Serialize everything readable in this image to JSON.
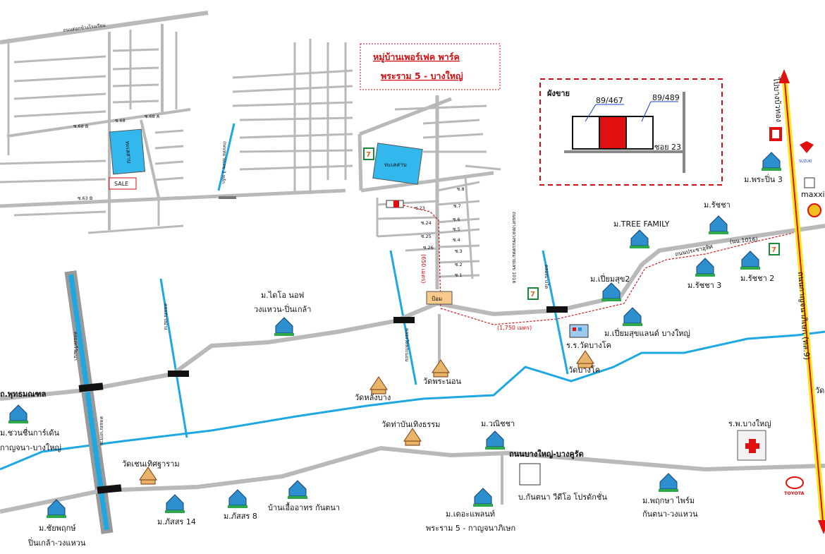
{
  "title": {
    "line1": "หมู่บ้านเพอร์เฟค พาร์ค",
    "line2": "พระราม 5 - บางใหญ่"
  },
  "plan": {
    "heading": "ผังขาย",
    "lot_a": "89/467",
    "lot_b": "89/489",
    "soi": "ซอย 23"
  },
  "roads": {
    "top": "ถนนตอกข้างโรงเรียน",
    "mid_vertical": "ถนนหมายเลข 3 หลัก",
    "road_1016": "ถนนทางหลวงชนบทหมายเลข 1016",
    "prachauthit": "ถนนประชาอุทิศ",
    "no_1016": "(นน.1016)",
    "kanchana": "ถนนกาญจนาภิเษก (ทล.9)",
    "bangyai": "ถนนบางใหญ่-บางคูรัด",
    "to_bangbuathong": "ไปบางบัวทอง",
    "putthamonthon": "ถ.พุทธมณฑล"
  },
  "canals": {
    "thawi": "คลองทวีวัฒนา",
    "bangkruai": "คลองบางกรวย",
    "left": "คลองบางม่วง",
    "mid": "คลองวัดพระนอน",
    "right": "คลองบางโค",
    "upper": "คลองบางม่วง"
  },
  "labels": {
    "sea_top": "ทะเลสาบ",
    "sea_mid": "ทะเลสาบ",
    "sale": "SALE",
    "guard": "ป้อม",
    "d650": "(650 เมตร)",
    "d1750": "(1,750 เมตร)",
    "s68b": "ซ.68 B",
    "s68": "ซ.68",
    "s68a": "ซ.68 A",
    "s63b": "ซ.63 B",
    "s23": "ซ.23",
    "s24": "ซ.24",
    "s25": "ซ.25",
    "s26": "ซ.26",
    "s8": "ซ.8",
    "s7": "ซ.7",
    "s6": "ซ.6",
    "s5": "ซ.5",
    "s4": "ซ.4",
    "s3": "ซ.3",
    "s2": "ซ.2",
    "s1": "ซ.1",
    "maxxis": "maxxis",
    "toyota": "TOYOTA",
    "suzuki": "SUZUKI"
  },
  "places": {
    "tree_family": "ม.TREE FAMILY",
    "ratcha": "ม.รัชชา",
    "ratcha2": "ม.รัชชา 2",
    "ratcha3": "ม.รัชชา 3",
    "phrapin3": "ม.พระปิ่น 3",
    "piamsuk2": "ม.เปี่ยมสุข2",
    "piamsuk_land": "ม.เปี่ยมสุขแลนด์ บางใหญ่",
    "school": "ร.ร.วัดบางโค",
    "wat_bangkho": "วัดบางโค",
    "wat_phranon": "วัดพระนอน",
    "wat_langbang": "วัดหลังบาง",
    "daio1": "ม.ไดโอ นอฟ",
    "daio2": "วงแหวน-ปิ่นเกล้า",
    "chuan1": "ม.ชวนชื่นการ์เด้น",
    "chuan2": "กาญจนา-บางใหญ่",
    "wat_thabanchoeng": "วัดท่าบันเทิงธรรม",
    "wat_chern": "วัดเชนเทิศฐาราม",
    "wannicha": "ม.วณิชชา",
    "hospital": "ร.พ.บางใหญ่",
    "kantana": "บ.กันตนา วีดีโอ โปรดักชั่น",
    "theplant1": "ม.เดอะแพลนท์",
    "theplant2": "พระราม 5 - กาญจนาภิเษก",
    "phruksa1": "ม.พฤกษา ไพร์ม",
    "phruksa2": "กันตนา-วงแหวน",
    "chaiyaphruk1": "ม.ชัยพฤกษ์",
    "chaiyaphruk2": "ปิ่นเกล้า-วงแหวน",
    "phatsorn14": "ม.ภัสสร 14",
    "phatsorn8": "ม.ภัสสร 8",
    "ua_kantana": "บ้านเอื้ออาทร กันตนา",
    "wat_right": "วัด"
  },
  "colors": {
    "road": "#b9b9b9",
    "canal": "#1ea7e1",
    "highway": "#f4e81c",
    "route": "#c81e1e",
    "lake": "#33b8ee"
  }
}
